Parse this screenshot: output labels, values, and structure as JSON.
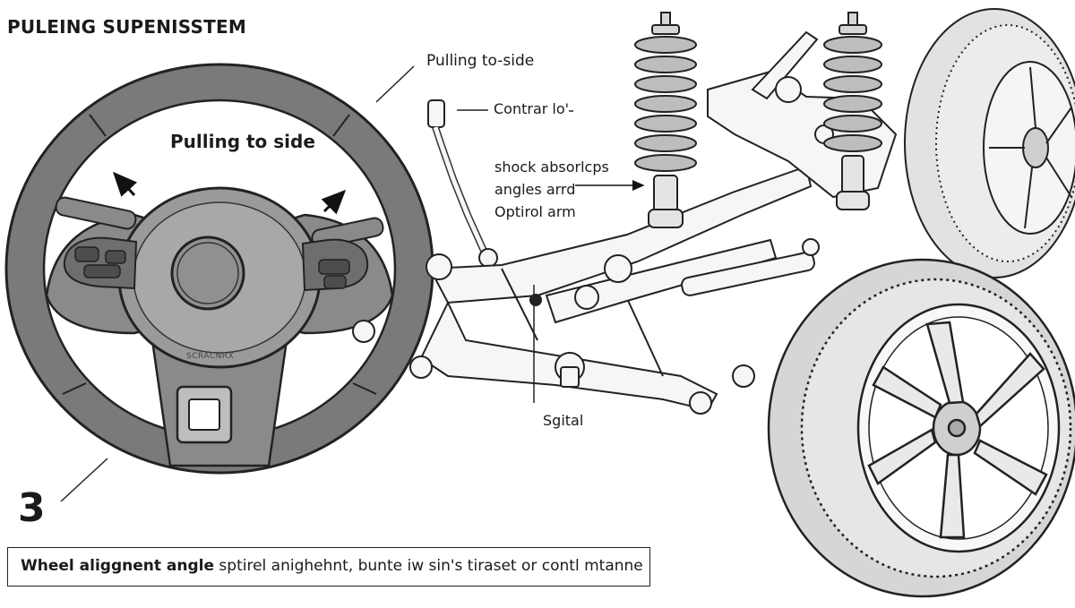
{
  "title": "PULEING SUPENISSTEM",
  "labels": {
    "pulling_wheel": "Pulling to side",
    "pulling_side": "Pulling to-side",
    "control": "Contrar lo'",
    "shock_line1": "shock absorlcps",
    "shock_line2": "angles arrd",
    "shock_line3": "Optirol arm",
    "sgital": "Sgital",
    "number": "3",
    "wheel_brand": "SCRACNRX"
  },
  "caption": {
    "bold": "Wheel aliggnent angle",
    "rest": " sptirel anighehnt, bunte iw sin's tiraset or contl mtanne"
  },
  "icons": [
    "steering-wheel-icon",
    "airbag-icon",
    "arrow-up-left-icon",
    "arrow-up-right-icon",
    "coil-spring-icon",
    "tire-icon"
  ],
  "colors": {
    "wheel_rim": "#767676",
    "wheel_dark": "#4a4a4a",
    "line": "#222222",
    "tire": "#d9d9d9"
  }
}
